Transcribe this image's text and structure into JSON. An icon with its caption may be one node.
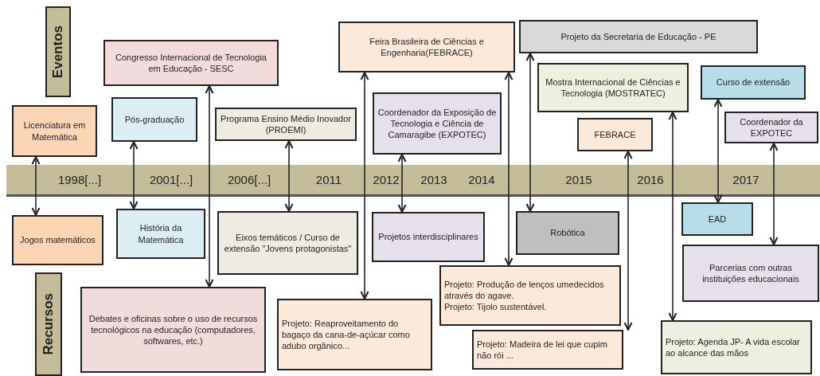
{
  "diagram": {
    "nodes": [
      {
        "text": [
          "Eventos"
        ]
      },
      {
        "text": [
          "Licenciatura em Matemática"
        ]
      },
      {
        "text": [
          "Pós-graduação"
        ]
      },
      {
        "text": [
          "Congresso Internacional de Tecnologia em Educação - SESC"
        ]
      },
      {
        "text": [
          "Programa Ensino Médio Inovador (PROEMI)"
        ]
      },
      {
        "text": [
          "Feira Brasileira de Ciências e Engenharia(FEBRACE)"
        ]
      },
      {
        "text": [
          "Coordenador da Exposição de Tecnologia e Ciência de Camaragibe (EXPOTEC)"
        ]
      },
      {
        "text": [
          "Projeto da Secretaria de Educação - PE"
        ]
      },
      {
        "text": [
          "Mostra Internacional de Ciências e Tecnologia (MOSTRATEC)"
        ]
      },
      {
        "text": [
          "FEBRACE"
        ]
      },
      {
        "text": [
          "Curso de extensão"
        ]
      },
      {
        "text": [
          "Coordenador da EXPOTEC"
        ]
      },
      {
        "text": [
          "Recursos"
        ]
      },
      {
        "text": [
          "Jogos matemáticos"
        ]
      },
      {
        "text": [
          "História da Matemática"
        ]
      },
      {
        "text": [
          "Eixos temáticos / Curso de extensão \"Jovens protagonistas\""
        ]
      },
      {
        "text": [
          "Debates e oficinas sobre o uso de recursos tecnológicos na educação (computadores, softwares, etc.)"
        ]
      },
      {
        "text": [
          "Projetos interdisciplinares"
        ]
      },
      {
        "text": [
          "Robótica"
        ]
      },
      {
        "text": [
          "Projeto: Produção de lenços umedecidos através do agave.",
          "Projeto: Tijolo sustentável."
        ]
      },
      {
        "text": [
          "Projeto: Reaproveitamento do bagaço da cana-de-açúcar como adubo orgânico..."
        ]
      },
      {
        "text": [
          "Projeto: Madeira de lei que cupim não rói ..."
        ]
      },
      {
        "text": [
          "EAD"
        ]
      },
      {
        "text": [
          "Parcerias com outras instituições educacionais"
        ]
      },
      {
        "text": [
          "Projeto: Agenda JP- A vida escolar ao alcance das mãos"
        ]
      }
    ],
    "edges": [
      {
        "from": 1,
        "to": 13,
        "arrow": "both"
      },
      {
        "from": 2,
        "to": 14,
        "arrow": "both"
      },
      {
        "from": 3,
        "to": 16,
        "arrow": "both"
      },
      {
        "from": 4,
        "to": 15,
        "arrow": "both"
      },
      {
        "from": 5,
        "to": 20,
        "arrow": "both"
      },
      {
        "from": 6,
        "to": 17,
        "arrow": "both"
      },
      {
        "from": 5,
        "to": 19,
        "arrow": "both"
      },
      {
        "from": 7,
        "to": 18,
        "arrow": "both"
      },
      {
        "from": 9,
        "to": 21,
        "arrow": "both"
      },
      {
        "from": 8,
        "to": 24,
        "arrow": "both"
      },
      {
        "from": 10,
        "to": 22,
        "arrow": "both"
      },
      {
        "from": 11,
        "to": 23,
        "arrow": "both"
      }
    ],
    "labels": [
      "1998[...]",
      "2001[...]",
      "2006[...]",
      "2011",
      "2012",
      "2013",
      "2014",
      "2015",
      "2016",
      "2017"
    ]
  }
}
